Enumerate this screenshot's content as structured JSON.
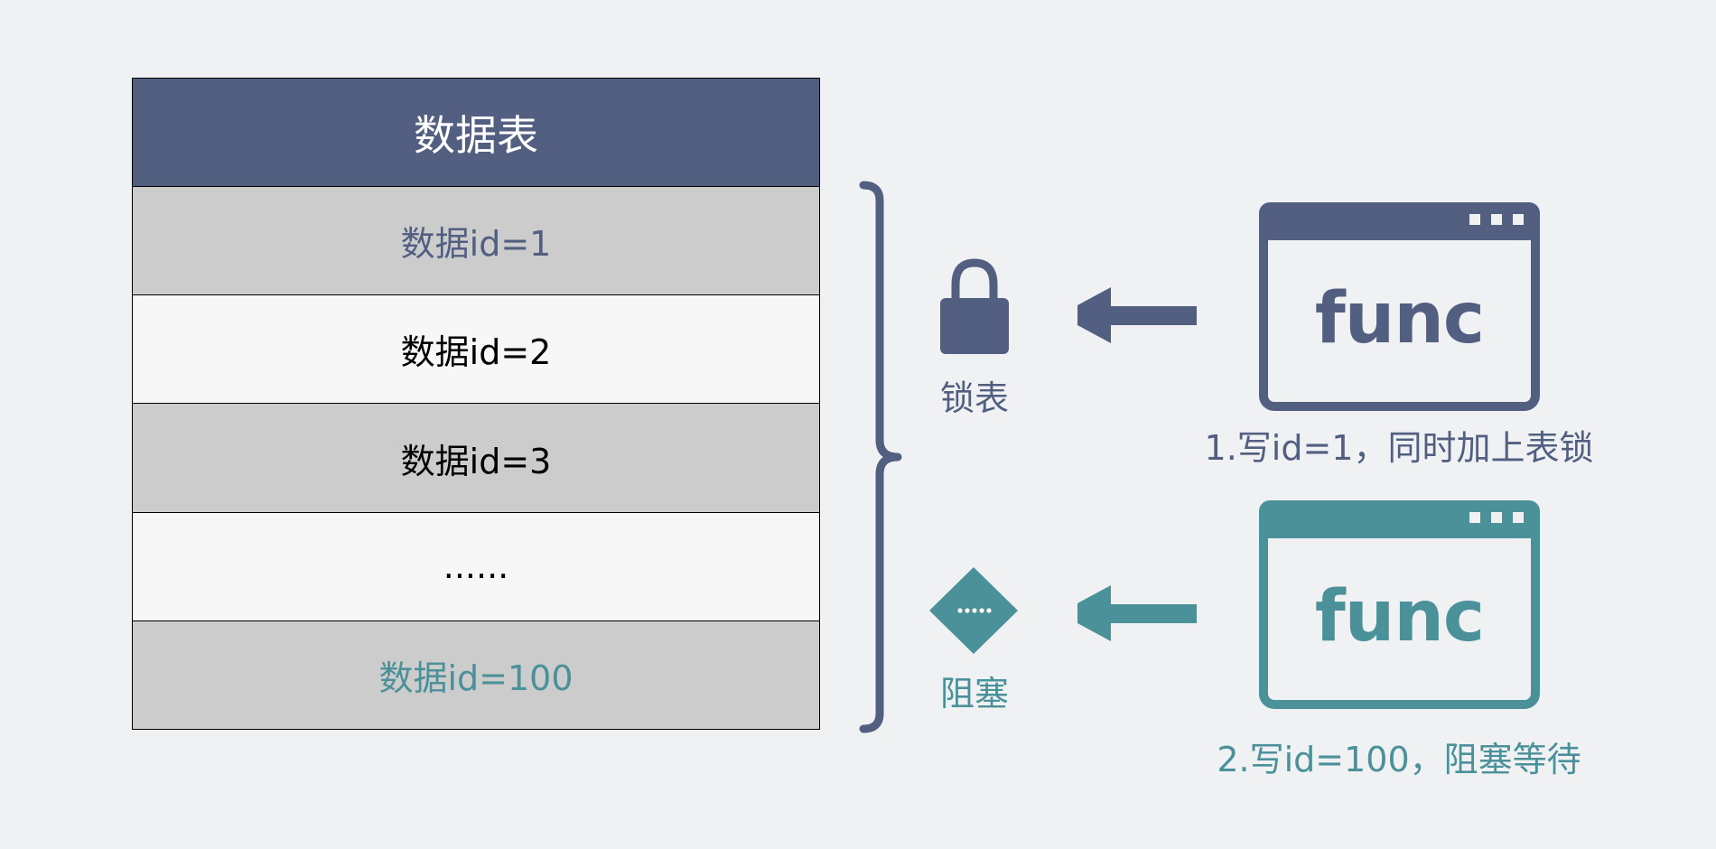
{
  "table": {
    "header": "数据表",
    "rows": [
      "数据id=1",
      "数据id=2",
      "数据id=3",
      "......",
      "数据id=100"
    ]
  },
  "lock_label": "锁表",
  "block_label": "阻塞",
  "window1": {
    "title": "func",
    "caption": "1.写id=1，同时加上表锁"
  },
  "window2": {
    "title": "func",
    "caption": "2.写id=100，阻塞等待"
  },
  "icons": {
    "lock": "lock-icon",
    "block": "blocked-diamond-icon",
    "arrow": "arrow-left-icon",
    "brace": "right-brace-icon"
  },
  "colors": {
    "navy": "#535f80",
    "teal": "#4b9199",
    "gray_row": "#cccccc",
    "white_row": "#f7f7f7"
  }
}
